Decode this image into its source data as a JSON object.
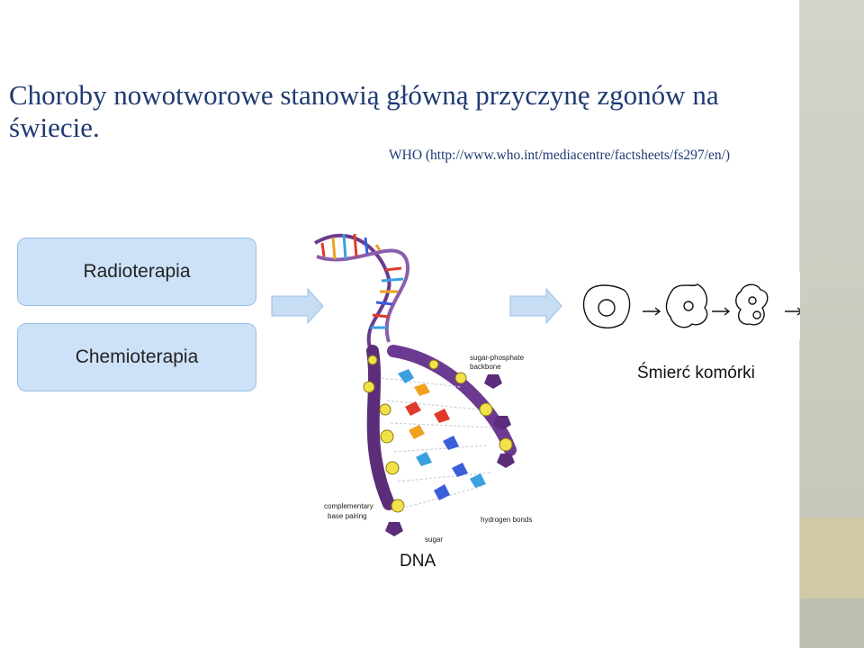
{
  "slide": {
    "title": "Choroby nowotworowe stanowią główną przyczynę zgonów na świecie.",
    "source": "WHO (http://www.who.int/mediacentre/factsheets/fs297/en/)"
  },
  "therapies": [
    {
      "label": "Radioterapia"
    },
    {
      "label": "Chemioterapia"
    }
  ],
  "dna": {
    "label": "DNA",
    "annotations": {
      "backbone": "sugar-phosphate backbone",
      "pairing": "complementary base pairing",
      "hbonds": "hydrogen bonds",
      "sugar": "sugar"
    }
  },
  "cell_death": {
    "label": "Śmierć komórki"
  },
  "colors": {
    "title": "#1f3a73",
    "box_fill": "#cde2f8",
    "box_border": "#9cbfe4",
    "arrow_fill": "#c6ddf4",
    "backbone": "#5b2d7a",
    "phosphate": "#f2e24a"
  }
}
